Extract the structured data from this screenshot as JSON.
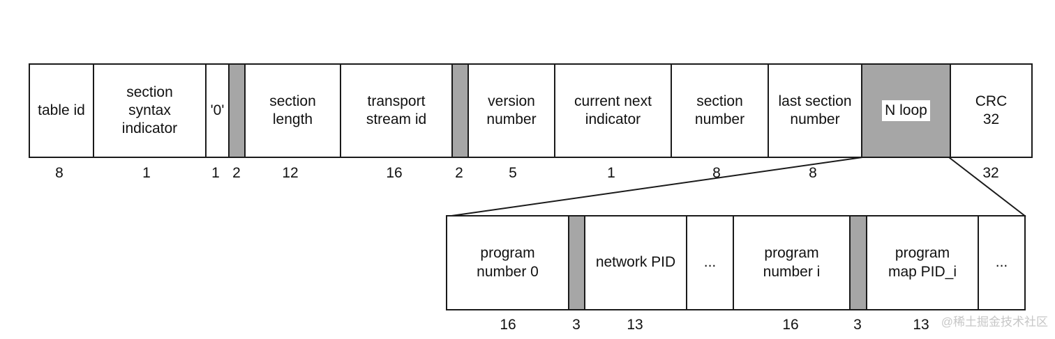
{
  "top_fields": [
    {
      "label": "table id",
      "bits": "8"
    },
    {
      "label": "section\nsyntax\nindicator",
      "bits": "1"
    },
    {
      "label": "'0'",
      "bits": "1"
    },
    {
      "label": "",
      "bits": "2",
      "shaded": true
    },
    {
      "label": "section\nlength",
      "bits": "12"
    },
    {
      "label": "transport\nstream id",
      "bits": "16"
    },
    {
      "label": "",
      "bits": "2",
      "shaded": true
    },
    {
      "label": "version\nnumber",
      "bits": "5"
    },
    {
      "label": "current next\nindicator",
      "bits": "1"
    },
    {
      "label": "section\nnumber",
      "bits": "8"
    },
    {
      "label": "last section\nnumber",
      "bits": "8"
    },
    {
      "label": "N loop",
      "bits": "",
      "shaded": true
    },
    {
      "label": "CRC\n32",
      "bits": "32"
    }
  ],
  "loop_fields": [
    {
      "label": "program\nnumber 0",
      "bits": "16"
    },
    {
      "label": "",
      "bits": "3",
      "shaded": true
    },
    {
      "label": "network PID",
      "bits": "13"
    },
    {
      "label": "...",
      "bits": ""
    },
    {
      "label": "program\nnumber i",
      "bits": "16"
    },
    {
      "label": "",
      "bits": "3",
      "shaded": true
    },
    {
      "label": "program\nmap PID_i",
      "bits": "13"
    },
    {
      "label": "...",
      "bits": ""
    }
  ],
  "watermark": "@稀土掘金技术社区"
}
